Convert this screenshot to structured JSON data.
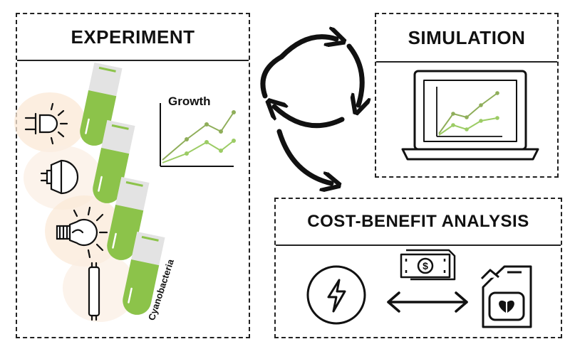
{
  "panels": {
    "experiment": {
      "title": "EXPERIMENT"
    },
    "simulation": {
      "title": "SIMULATION"
    },
    "cost_benefit": {
      "title": "COST-BENEFIT ANALYSIS"
    }
  },
  "experiment": {
    "chart_title": "Growth",
    "tube_label": "Cyanobacteria"
  },
  "icons": [
    "led-bulb-icon",
    "halogen-lamp-icon",
    "light-bulb-icon",
    "fluorescent-tube-icon",
    "test-tube-icon",
    "laptop-icon",
    "energy-icon",
    "money-icon",
    "fuel-canister-icon",
    "cycle-arrows-icon",
    "double-arrow-icon"
  ],
  "colors": {
    "outline": "#222222",
    "tube_green": "#8cc34a",
    "chart_light": "#9ccc65",
    "chart_dark": "#8fae5a",
    "glow": "#fbe8d6"
  }
}
